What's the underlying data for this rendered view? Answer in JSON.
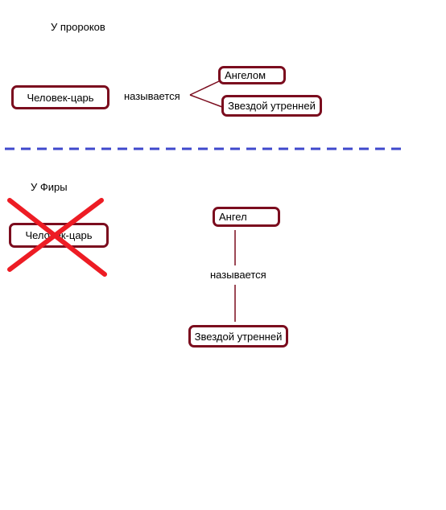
{
  "section_top": {
    "title": "У пророков",
    "subject": "Человек-царь",
    "relation": "называется",
    "targets": [
      "Ангелом",
      "Звездой утренней"
    ]
  },
  "section_bottom": {
    "title": "У Фиры",
    "crossed_subject": "Человек-царь",
    "subject": "Ангел",
    "relation": "называется",
    "target": "Звездой утренней"
  },
  "colors": {
    "box_border": "#7b0c1e",
    "separator": "#3f48cc",
    "cross": "#ed1c24",
    "connector": "#7b0c1e"
  }
}
